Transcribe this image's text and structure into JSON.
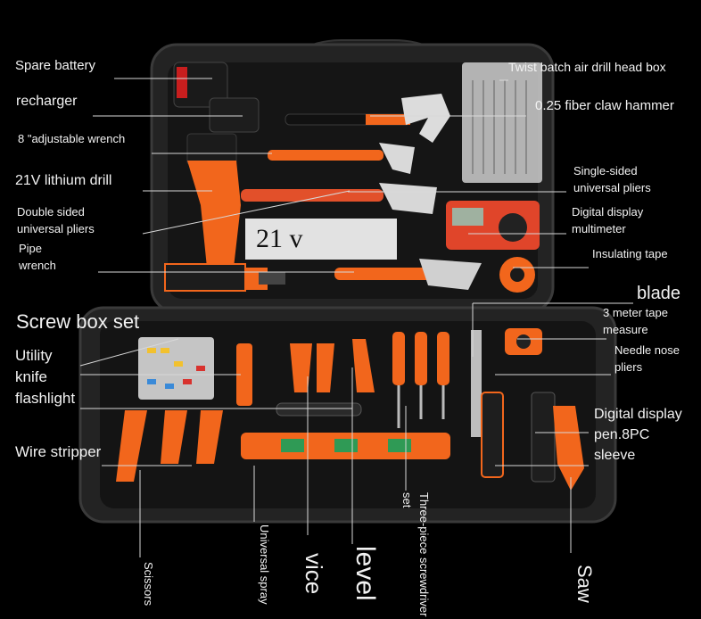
{
  "labels": {
    "spare_battery": "Spare battery",
    "recharger": "recharger",
    "adjustable_wrench": "8 \"adjustable wrench",
    "lithium_drill": "21V lithium drill",
    "double_sided_pliers_1": "Double sided",
    "double_sided_pliers_2": "universal pliers",
    "pipe_wrench_1": "Pipe",
    "pipe_wrench_2": "wrench",
    "screw_box_set": "Screw box set",
    "utility": "Utility",
    "knife": "knife",
    "flashlight": "flashlight",
    "wire_stripper": "Wire stripper",
    "scissors": "Scissors",
    "universal_spray": "Universal spray",
    "vice": "vice",
    "level": "level",
    "screwdriver_set_1": "Three-piece screwdriver",
    "screwdriver_set_2": "set",
    "saw": "Saw",
    "drill_head_box": "Twist batch air drill head box",
    "claw_hammer": "0.25 fiber claw hammer",
    "single_sided_pliers_1": "Single-sided",
    "single_sided_pliers_2": "universal pliers",
    "multimeter_1": "Digital display",
    "multimeter_2": "multimeter",
    "insulating_tape": "Insulating tape",
    "blade": "blade",
    "tape_measure_1": "3 meter tape",
    "tape_measure_2": "measure",
    "needle_nose_1": "Needle nose",
    "needle_nose_2": "pliers",
    "digital_pen_1": "Digital display",
    "digital_pen_2": "pen.8PC",
    "digital_pen_3": "sleeve",
    "voltage_tag": "21 v"
  },
  "colors": {
    "background": "#000000",
    "case": "#232323",
    "case_inner": "#141414",
    "accent_orange": "#f2661c",
    "label_text": "#f2f2f2"
  }
}
